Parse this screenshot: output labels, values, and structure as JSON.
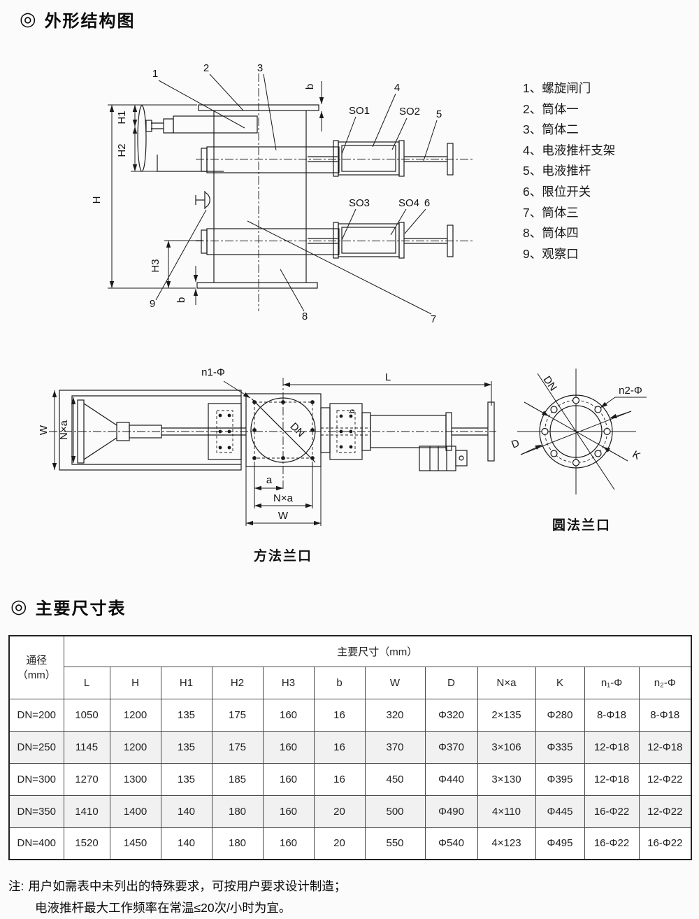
{
  "titles": {
    "bullet1": "◎",
    "structure": "外形结构图",
    "bullet2": "◎",
    "dimensions": "主要尺寸表"
  },
  "legend": [
    {
      "num": "1、",
      "text": "螺旋闸门"
    },
    {
      "num": "2、",
      "text": "筒体一"
    },
    {
      "num": "3、",
      "text": "筒体二"
    },
    {
      "num": "4、",
      "text": "电液推杆支架"
    },
    {
      "num": "5、",
      "text": "电液推杆"
    },
    {
      "num": "6、",
      "text": "限位开关"
    },
    {
      "num": "7、",
      "text": "筒体三"
    },
    {
      "num": "8、",
      "text": "筒体四"
    },
    {
      "num": "9、",
      "text": "观察口"
    }
  ],
  "front_view": {
    "parts": {
      "p1": "1",
      "p2": "2",
      "p3": "3",
      "p4": "4",
      "p5": "5",
      "p6": "6",
      "p7": "7",
      "p8": "8",
      "p9": "9"
    },
    "dims": {
      "H": "H",
      "H1": "H1",
      "H2": "H2",
      "H3": "H3",
      "b_top": "b",
      "b_bottom": "b"
    },
    "switches": {
      "so1": "SO1",
      "so2": "SO2",
      "so3": "SO3",
      "so4": "SO4"
    }
  },
  "top_view": {
    "dims": {
      "L": "L",
      "W_side": "W",
      "Nxa_side": "N×a",
      "n1": "n1-Φ",
      "DN": "DN",
      "a": "a",
      "Nxa_bottom": "N×a",
      "W_bottom": "W",
      "b_small": "b"
    },
    "caption": "方法兰口"
  },
  "round_flange": {
    "dims": {
      "DN": "DN",
      "n2": "n2-Φ",
      "D": "D",
      "K": "K"
    },
    "caption": "圆法兰口"
  },
  "table": {
    "col1_line1": "通径",
    "col1_line2": "（mm）",
    "group_header": "主要尺寸（mm）",
    "columns": [
      "L",
      "H",
      "H1",
      "H2",
      "H3",
      "b",
      "W",
      "D",
      "N×a",
      "K",
      "n₁-Φ",
      "n₂-Φ"
    ],
    "rows": [
      {
        "dn": "DN=200",
        "values": [
          "1050",
          "1200",
          "135",
          "175",
          "160",
          "16",
          "320",
          "Φ320",
          "2×135",
          "Φ280",
          "8-Φ18",
          "8-Φ18"
        ]
      },
      {
        "dn": "DN=250",
        "values": [
          "1145",
          "1200",
          "135",
          "175",
          "160",
          "16",
          "370",
          "Φ370",
          "3×106",
          "Φ335",
          "12-Φ18",
          "12-Φ18"
        ]
      },
      {
        "dn": "DN=300",
        "values": [
          "1270",
          "1300",
          "135",
          "185",
          "160",
          "16",
          "450",
          "Φ440",
          "3×130",
          "Φ395",
          "12-Φ18",
          "12-Φ22"
        ]
      },
      {
        "dn": "DN=350",
        "values": [
          "1410",
          "1400",
          "140",
          "180",
          "160",
          "20",
          "500",
          "Φ490",
          "4×110",
          "Φ445",
          "16-Φ22",
          "12-Φ22"
        ]
      },
      {
        "dn": "DN=400",
        "values": [
          "1520",
          "1450",
          "140",
          "180",
          "160",
          "20",
          "550",
          "Φ540",
          "4×123",
          "Φ495",
          "16-Φ22",
          "16-Φ22"
        ]
      }
    ]
  },
  "note": {
    "prefix": "注:",
    "line1": "用户如需表中未列出的特殊要求，可按用户要求设计制造；",
    "line2": "电液推杆最大工作频率在常温≤20次/小时为宜。"
  }
}
